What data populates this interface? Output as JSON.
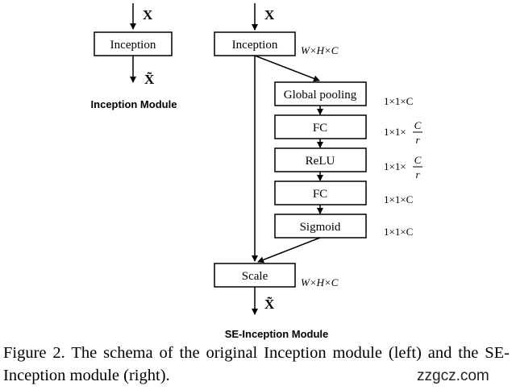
{
  "left_module": {
    "input_symbol": "X",
    "box": "Inception",
    "output_symbol": "X̃",
    "title": "Inception Module"
  },
  "right_module": {
    "input_symbol": "X",
    "boxes": {
      "inception": "Inception",
      "global_pooling": "Global pooling",
      "fc1": "FC",
      "relu": "ReLU",
      "fc2": "FC",
      "sigmoid": "Sigmoid",
      "scale": "Scale"
    },
    "output_symbol": "X̃",
    "title": "SE-Inception Module",
    "dims": {
      "inception": "W×H×C",
      "global_pooling": "1×1×C",
      "fc1_prefix": "1×1×",
      "fc1_num": "C",
      "fc1_den": "r",
      "relu_prefix": "1×1×",
      "relu_num": "C",
      "relu_den": "r",
      "fc2": "1×1×C",
      "sigmoid": "1×1×C",
      "scale": "W×H×C"
    }
  },
  "caption": "Figure 2. The schema of the original Inception module (left) and the SE-Inception module (right).",
  "watermark": "zzgcz.com"
}
